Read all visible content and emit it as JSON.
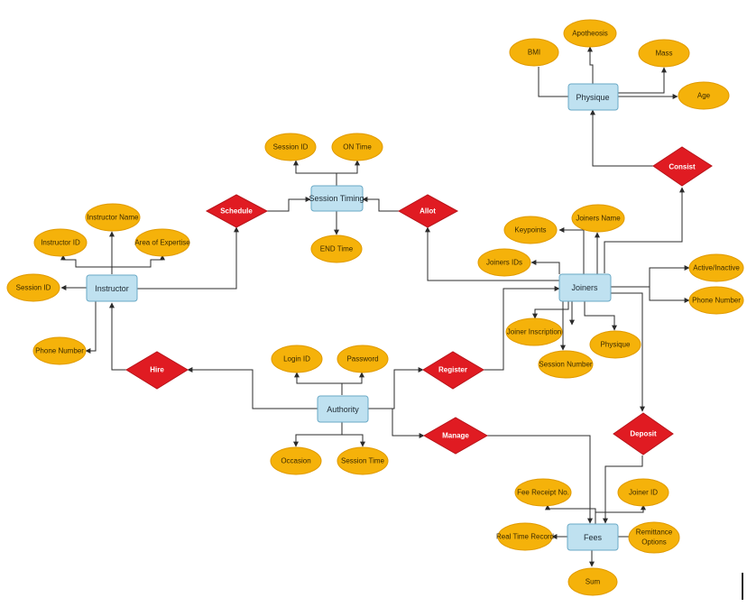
{
  "entities": [
    {
      "id": "instructor",
      "label": "Instructor"
    },
    {
      "id": "session_timing",
      "label": "Session Timing"
    },
    {
      "id": "physique_entity",
      "label": "Physique"
    },
    {
      "id": "joiners",
      "label": "Joiners"
    },
    {
      "id": "authority",
      "label": "Authority"
    },
    {
      "id": "fees",
      "label": "Fees"
    }
  ],
  "relationships": [
    {
      "id": "schedule",
      "label": "Schedule"
    },
    {
      "id": "allot",
      "label": "Allot"
    },
    {
      "id": "consist",
      "label": "Consist"
    },
    {
      "id": "hire",
      "label": "Hire"
    },
    {
      "id": "register",
      "label": "Register"
    },
    {
      "id": "manage",
      "label": "Manage"
    },
    {
      "id": "deposit",
      "label": "Deposit"
    }
  ],
  "attributes": [
    {
      "id": "bmi",
      "label": "BMI"
    },
    {
      "id": "apotheosis",
      "label": "Apotheosis"
    },
    {
      "id": "mass",
      "label": "Mass"
    },
    {
      "id": "age",
      "label": "Age"
    },
    {
      "id": "st_session_id",
      "label": "Session ID"
    },
    {
      "id": "on_time",
      "label": "ON Time"
    },
    {
      "id": "end_time",
      "label": "END Time"
    },
    {
      "id": "instructor_name",
      "label": "Instructor Name"
    },
    {
      "id": "instructor_id",
      "label": "Instructor ID"
    },
    {
      "id": "area_of_expertise",
      "label": "Area of Expertise"
    },
    {
      "id": "ins_session_id",
      "label": "Session ID"
    },
    {
      "id": "ins_phone",
      "label": "Phone Number"
    },
    {
      "id": "keypoints",
      "label": "Keypoints"
    },
    {
      "id": "joiners_name",
      "label": "Joiners Name"
    },
    {
      "id": "joiners_ids",
      "label": "Joiners IDs"
    },
    {
      "id": "active_inactive",
      "label": "Active/Inactive"
    },
    {
      "id": "j_phone",
      "label": "Phone Number"
    },
    {
      "id": "joiner_inscription",
      "label": "Joiner Inscription"
    },
    {
      "id": "j_physique",
      "label": "Physique"
    },
    {
      "id": "session_number",
      "label": "Session Number"
    },
    {
      "id": "login_id",
      "label": "Login ID"
    },
    {
      "id": "password",
      "label": "Password"
    },
    {
      "id": "occasion",
      "label": "Occasion"
    },
    {
      "id": "session_time",
      "label": "Session Time"
    },
    {
      "id": "fee_receipt_no",
      "label": "Fee Receipt No."
    },
    {
      "id": "joiner_id",
      "label": "Joiner ID"
    },
    {
      "id": "real_time_record",
      "label": "Real Time Record"
    },
    {
      "id": "remittance_1",
      "label": "Remittance"
    },
    {
      "id": "remittance_2",
      "label": "Options"
    },
    {
      "id": "sum",
      "label": "Sum"
    }
  ]
}
